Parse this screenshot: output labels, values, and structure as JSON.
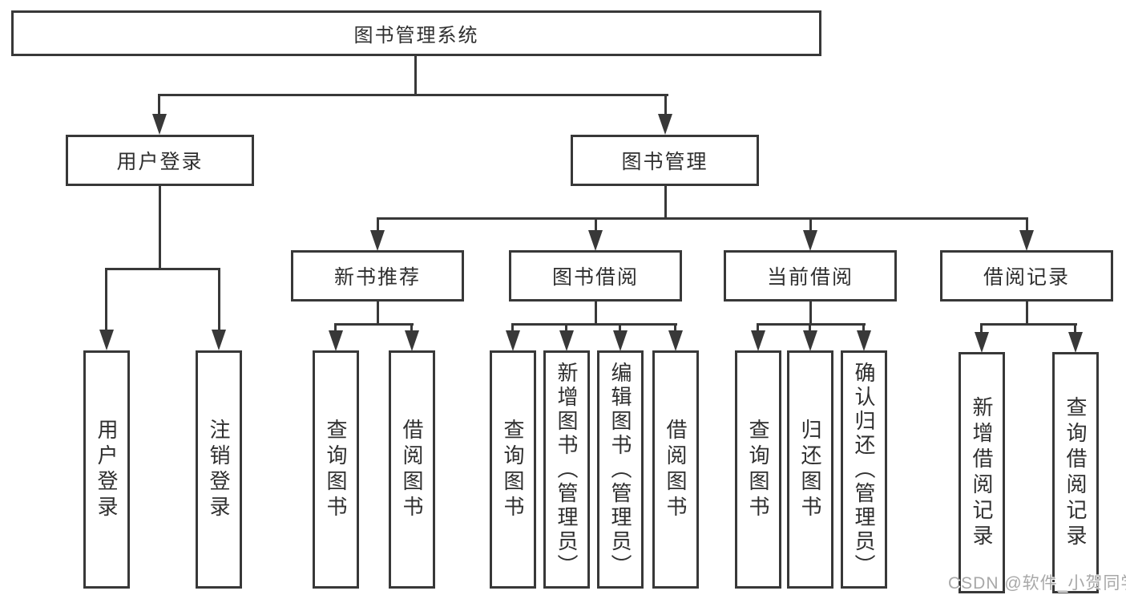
{
  "colors": {
    "line": "#383838",
    "text": "#2f2f2f",
    "watermark": "#a8a8a8",
    "background": "#ffffff"
  },
  "root": {
    "label": "图书管理系统"
  },
  "user_login": {
    "label": "用户登录",
    "children": [
      {
        "label": "用户登录"
      },
      {
        "label": "注销登录"
      }
    ]
  },
  "book_management": {
    "label": "图书管理",
    "sections": [
      {
        "label": "新书推荐",
        "children": [
          {
            "label": "查询图书"
          },
          {
            "label": "借阅图书"
          }
        ]
      },
      {
        "label": "图书借阅",
        "children": [
          {
            "label": "查询图书"
          },
          {
            "label": "新增图书（管理员）"
          },
          {
            "label": "编辑图书（管理员）"
          },
          {
            "label": "借阅图书"
          }
        ]
      },
      {
        "label": "当前借阅",
        "children": [
          {
            "label": "查询图书"
          },
          {
            "label": "归还图书"
          },
          {
            "label": "确认归还（管理员）"
          }
        ]
      },
      {
        "label": "借阅记录",
        "children": [
          {
            "label": "新增借阅记录"
          },
          {
            "label": "查询借阅记录"
          }
        ]
      }
    ]
  },
  "watermark": {
    "text": "CSDN @软件_小贺同学"
  }
}
